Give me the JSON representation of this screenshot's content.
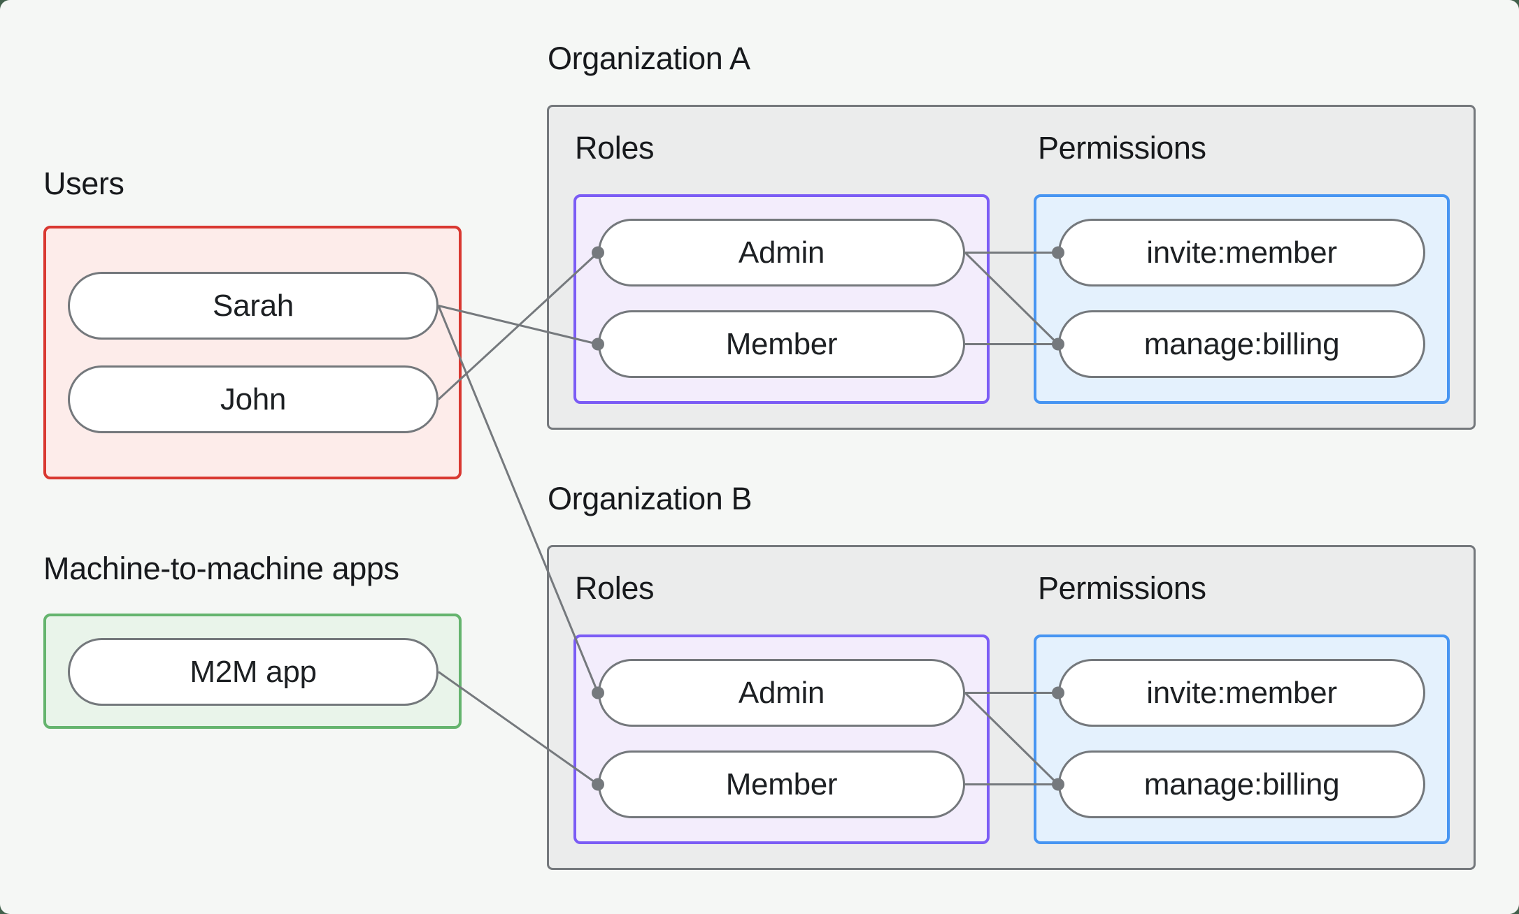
{
  "canvas": {
    "background": "#f5f7f5",
    "frame_color": "#41604b"
  },
  "users_section": {
    "title": "Users",
    "box_border": "#d93831",
    "box_fill": "#fdecea",
    "items": [
      {
        "label": "Sarah"
      },
      {
        "label": "John"
      }
    ]
  },
  "m2m_section": {
    "title": "Machine-to-machine apps",
    "box_border": "#65b46e",
    "box_fill": "#e9f4ea",
    "items": [
      {
        "label": "M2M app"
      }
    ]
  },
  "organizations": [
    {
      "title": "Organization A",
      "roles_label": "Roles",
      "permissions_label": "Permissions",
      "roles": [
        {
          "label": "Admin"
        },
        {
          "label": "Member"
        }
      ],
      "permissions": [
        {
          "label": "invite:member"
        },
        {
          "label": "manage:billing"
        }
      ]
    },
    {
      "title": "Organization B",
      "roles_label": "Roles",
      "permissions_label": "Permissions",
      "roles": [
        {
          "label": "Admin"
        },
        {
          "label": "Member"
        }
      ],
      "permissions": [
        {
          "label": "invite:member"
        },
        {
          "label": "manage:billing"
        }
      ]
    }
  ],
  "styles": {
    "org_box_border": "#74787c",
    "org_box_fill": "#ebecec",
    "roles_box_border": "#7b5cf5",
    "roles_box_fill": "#f3edfc",
    "permissions_box_border": "#4795f2",
    "permissions_box_fill": "#e4f1fd",
    "pill_border": "#74787c",
    "connector_color": "#75797d",
    "text_color": "#17191c"
  },
  "edges": [
    {
      "from": "sarah",
      "to": "orgA.member"
    },
    {
      "from": "sarah",
      "to": "orgB.admin"
    },
    {
      "from": "john",
      "to": "orgA.admin"
    },
    {
      "from": "m2m-app",
      "to": "orgB.member"
    },
    {
      "from": "orgA.admin",
      "to": "orgA.invite:member"
    },
    {
      "from": "orgA.admin",
      "to": "orgA.manage:billing"
    },
    {
      "from": "orgA.member",
      "to": "orgA.manage:billing"
    },
    {
      "from": "orgB.admin",
      "to": "orgB.invite:member"
    },
    {
      "from": "orgB.admin",
      "to": "orgB.manage:billing"
    },
    {
      "from": "orgB.member",
      "to": "orgB.manage:billing"
    }
  ]
}
